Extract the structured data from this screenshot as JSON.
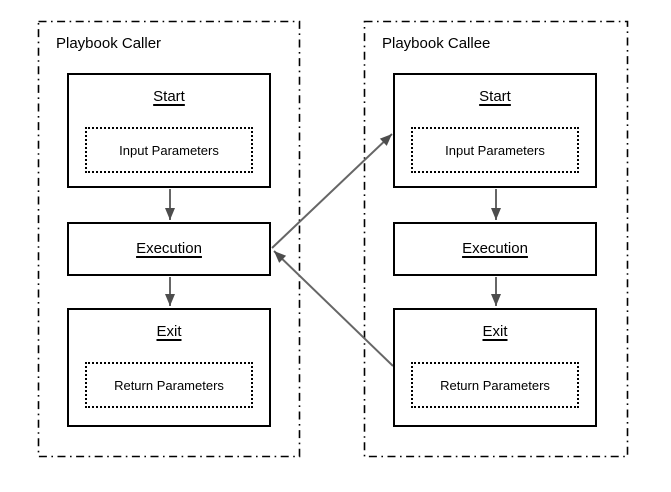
{
  "colors": {
    "background": "#ffffff",
    "text": "#000000",
    "box_border": "#000000",
    "group_border": "#000000",
    "arrow_stem": "#666666",
    "arrow_head": "#4d4d4d"
  },
  "groups": [
    {
      "title": "Playbook Caller",
      "nodes": [
        {
          "title": "Start",
          "param_label": "Input Parameters"
        },
        {
          "title": "Execution"
        },
        {
          "title": "Exit",
          "param_label": "Return Parameters"
        }
      ]
    },
    {
      "title": "Playbook Callee",
      "nodes": [
        {
          "title": "Start",
          "param_label": "Input Parameters"
        },
        {
          "title": "Execution"
        },
        {
          "title": "Exit",
          "param_label": "Return Parameters"
        }
      ]
    }
  ]
}
